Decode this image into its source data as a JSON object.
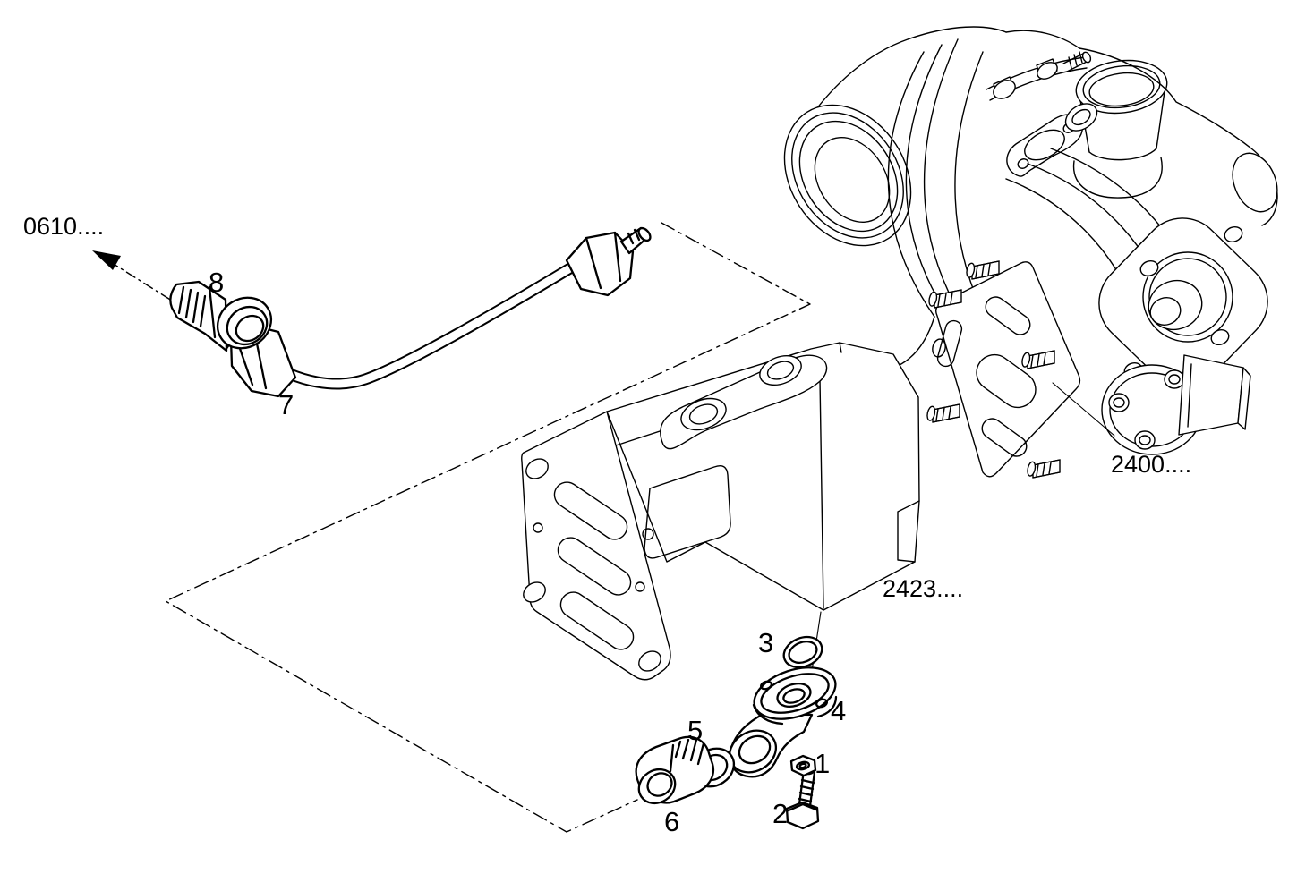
{
  "colors": {
    "background": "#ffffff",
    "line": "#000000"
  },
  "reference_labels": [
    {
      "id": "0610",
      "text": "0610...."
    },
    {
      "id": "2400",
      "text": "2400...."
    },
    {
      "id": "2423",
      "text": "2423...."
    }
  ],
  "part_callouts": [
    {
      "id": "1",
      "text": "1"
    },
    {
      "id": "2",
      "text": "2"
    },
    {
      "id": "3",
      "text": "3"
    },
    {
      "id": "4",
      "text": "4"
    },
    {
      "id": "5",
      "text": "5"
    },
    {
      "id": "6",
      "text": "6"
    },
    {
      "id": "7",
      "text": "7"
    },
    {
      "id": "8",
      "text": "8"
    }
  ]
}
